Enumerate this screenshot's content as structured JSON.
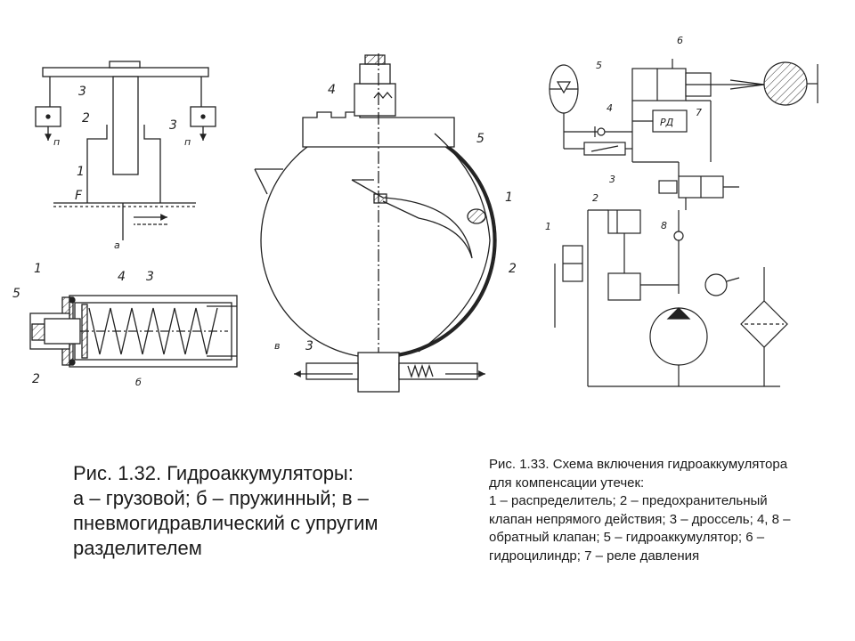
{
  "figure_132": {
    "caption": [
      "Рис. 1.32. Гидроаккумуляторы:",
      "а – грузовой; б – пружинный; в –",
      "пневмогидравлический с упругим",
      "разделителем"
    ],
    "weight_labels": [
      "3",
      "2",
      "3",
      "1",
      "F",
      "п",
      "п",
      "а"
    ],
    "spring_labels": [
      "1",
      "5",
      "4",
      "3",
      "2",
      "б"
    ],
    "pneumatic_labels": [
      "4",
      "5",
      "1",
      "2",
      "3",
      "в"
    ]
  },
  "figure_133": {
    "caption": [
      "Рис. 1.33. Схема включения гидроаккумулятора",
      "для компенсации утечек:",
      "1 – распределитель; 2 – предохранительный",
      "клапан непрямого действия; 3 – дроссель; 4, 8 –",
      "обратный клапан; 5 – гидроаккумулятор; 6 –",
      "гидроцилиндр; 7 – реле давления"
    ],
    "labels": [
      "6",
      "5",
      "4",
      "7",
      "РД",
      "3",
      "2",
      "8",
      "1"
    ]
  }
}
